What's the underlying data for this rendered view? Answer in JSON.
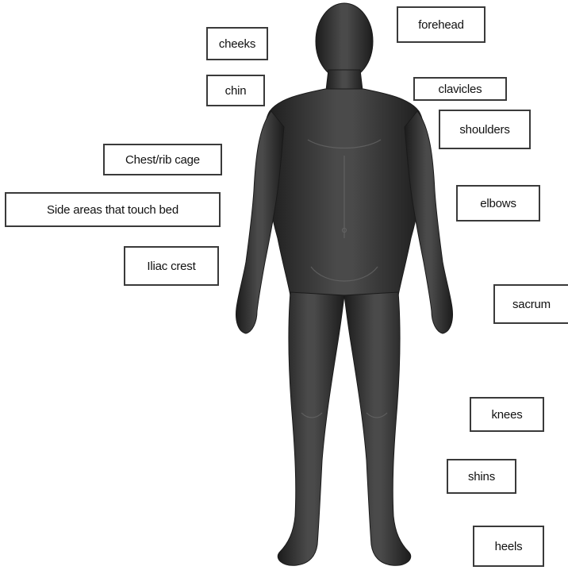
{
  "colors": {
    "figure": "#2b2b2b",
    "figure_highlight": "#6a6a6a",
    "label_border": "#3a3a3a",
    "label_background": "#ffffff",
    "text": "#111111"
  },
  "figure": {
    "icon": "human-body-front-view-figure"
  },
  "labels": {
    "forehead": "forehead",
    "cheeks": "cheeks",
    "chin": "chin",
    "clavicles": "clavicles",
    "shoulders": "shoulders",
    "chest": "Chest/rib cage",
    "side": "Side areas that touch bed",
    "elbows": "elbows",
    "iliac": "Iliac crest",
    "sacrum": "sacrum",
    "knees": "knees",
    "shins": "shins",
    "heels": "heels"
  }
}
